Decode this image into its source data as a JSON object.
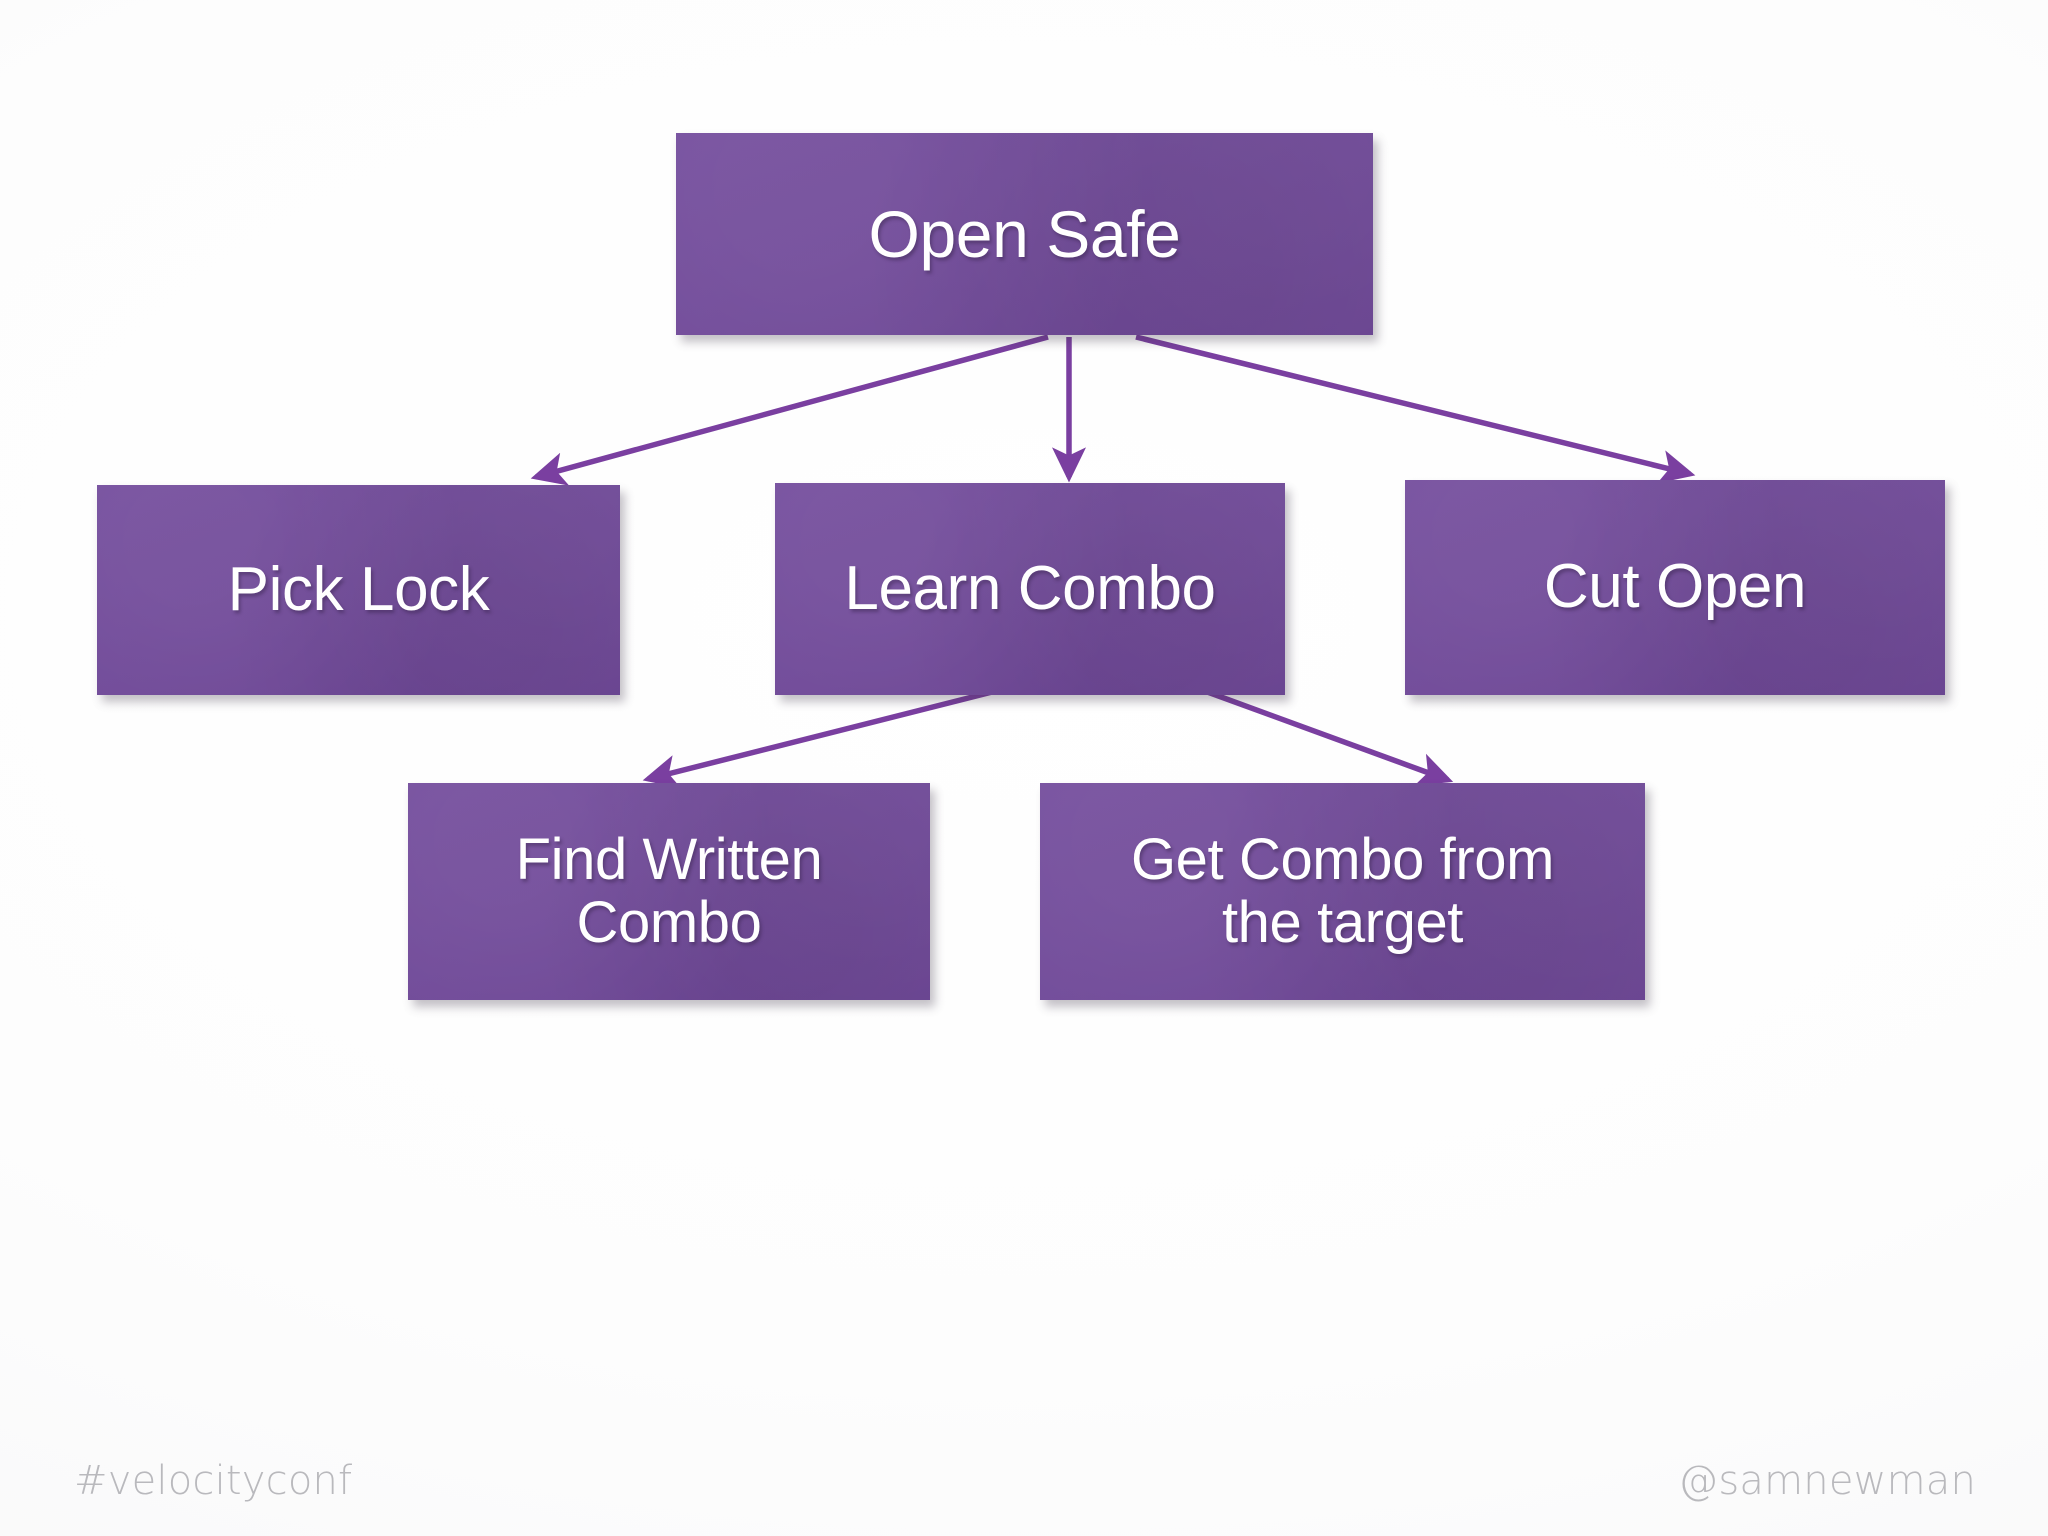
{
  "slide": {
    "background_color": "#ffffff",
    "node_fill_color": "#70489A",
    "node_text_color": "#ffffff",
    "connector_color": "#7A3FA0",
    "footer_text_color": "#b9b9bd"
  },
  "diagram": {
    "type": "attack-tree",
    "nodes": [
      {
        "id": "open-safe",
        "label": "Open Safe"
      },
      {
        "id": "pick-lock",
        "label": "Pick Lock"
      },
      {
        "id": "learn-combo",
        "label": "Learn Combo"
      },
      {
        "id": "cut-open",
        "label": "Cut Open"
      },
      {
        "id": "find-written-combo",
        "label": "Find Written\nCombo"
      },
      {
        "id": "get-combo-from-target",
        "label": "Get Combo from\nthe target"
      }
    ],
    "edges": [
      {
        "from": "open-safe",
        "to": "pick-lock"
      },
      {
        "from": "open-safe",
        "to": "learn-combo"
      },
      {
        "from": "open-safe",
        "to": "cut-open"
      },
      {
        "from": "learn-combo",
        "to": "find-written-combo"
      },
      {
        "from": "learn-combo",
        "to": "get-combo-from-target"
      }
    ]
  },
  "footer": {
    "hashtag": "#velocityconf",
    "handle": "@samnewman"
  }
}
